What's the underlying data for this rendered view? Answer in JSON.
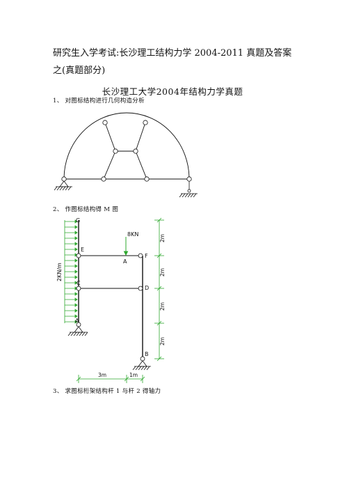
{
  "document": {
    "title": "研究生入学考试:长沙理工结构力学 2004-2011 真题及答案之(真题部分)",
    "subtitle": "长沙理工大学2004年结构力学真题"
  },
  "questions": [
    {
      "label": "1、 对图标结构进行几何构造分析"
    },
    {
      "label": "2、 作图标结构得 M 图"
    },
    {
      "label": "3、 求图标桁架结构杆 1 与杆 2 得轴力"
    }
  ],
  "figure2": {
    "nodes": {
      "G": "G",
      "E": "E",
      "A_mid": "A",
      "F": "F",
      "C": "C",
      "D": "D",
      "A_base": "A",
      "B": "B"
    },
    "point_load": "8KN",
    "distributed_load": "2KN/m",
    "vertical_dims": [
      "2m",
      "2m",
      "2m",
      "2m"
    ],
    "horizontal_dims": [
      "3m",
      "1m"
    ]
  }
}
